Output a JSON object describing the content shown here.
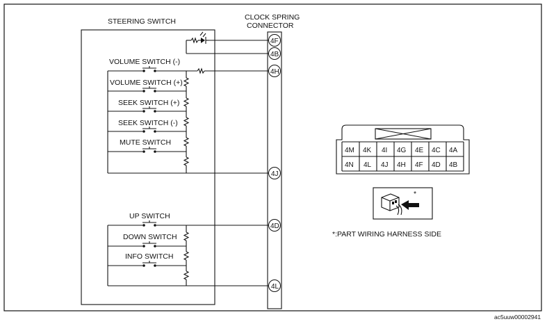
{
  "diagram": {
    "steering_switch_title": "STEERING SWITCH",
    "clock_spring_title_line1": "CLOCK SPRING",
    "clock_spring_title_line2": "CONNECTOR",
    "switches": {
      "volume_minus": "VOLUME SWITCH (-)",
      "volume_plus": "VOLUME SWITCH (+)",
      "seek_plus": "SEEK SWITCH (+)",
      "seek_minus": "SEEK SWITCH (-)",
      "mute": "MUTE SWITCH",
      "up": "UP SWITCH",
      "down": "DOWN SWITCH",
      "info": "INFO SWITCH"
    },
    "pins": {
      "p4F": "4F",
      "p4B": "4B",
      "p4H": "4H",
      "p4J": "4J",
      "p4D": "4D",
      "p4L": "4L"
    },
    "connector_grid": {
      "row1": [
        "4M",
        "4K",
        "4I",
        "4G",
        "4E",
        "4C",
        "4A"
      ],
      "row2": [
        "4N",
        "4L",
        "4J",
        "4H",
        "4F",
        "4D",
        "4B"
      ]
    },
    "harness_asterisk": "*",
    "harness_note": "*:PART WIRING HARNESS SIDE",
    "figure_code": "ac5uuw00002941"
  }
}
